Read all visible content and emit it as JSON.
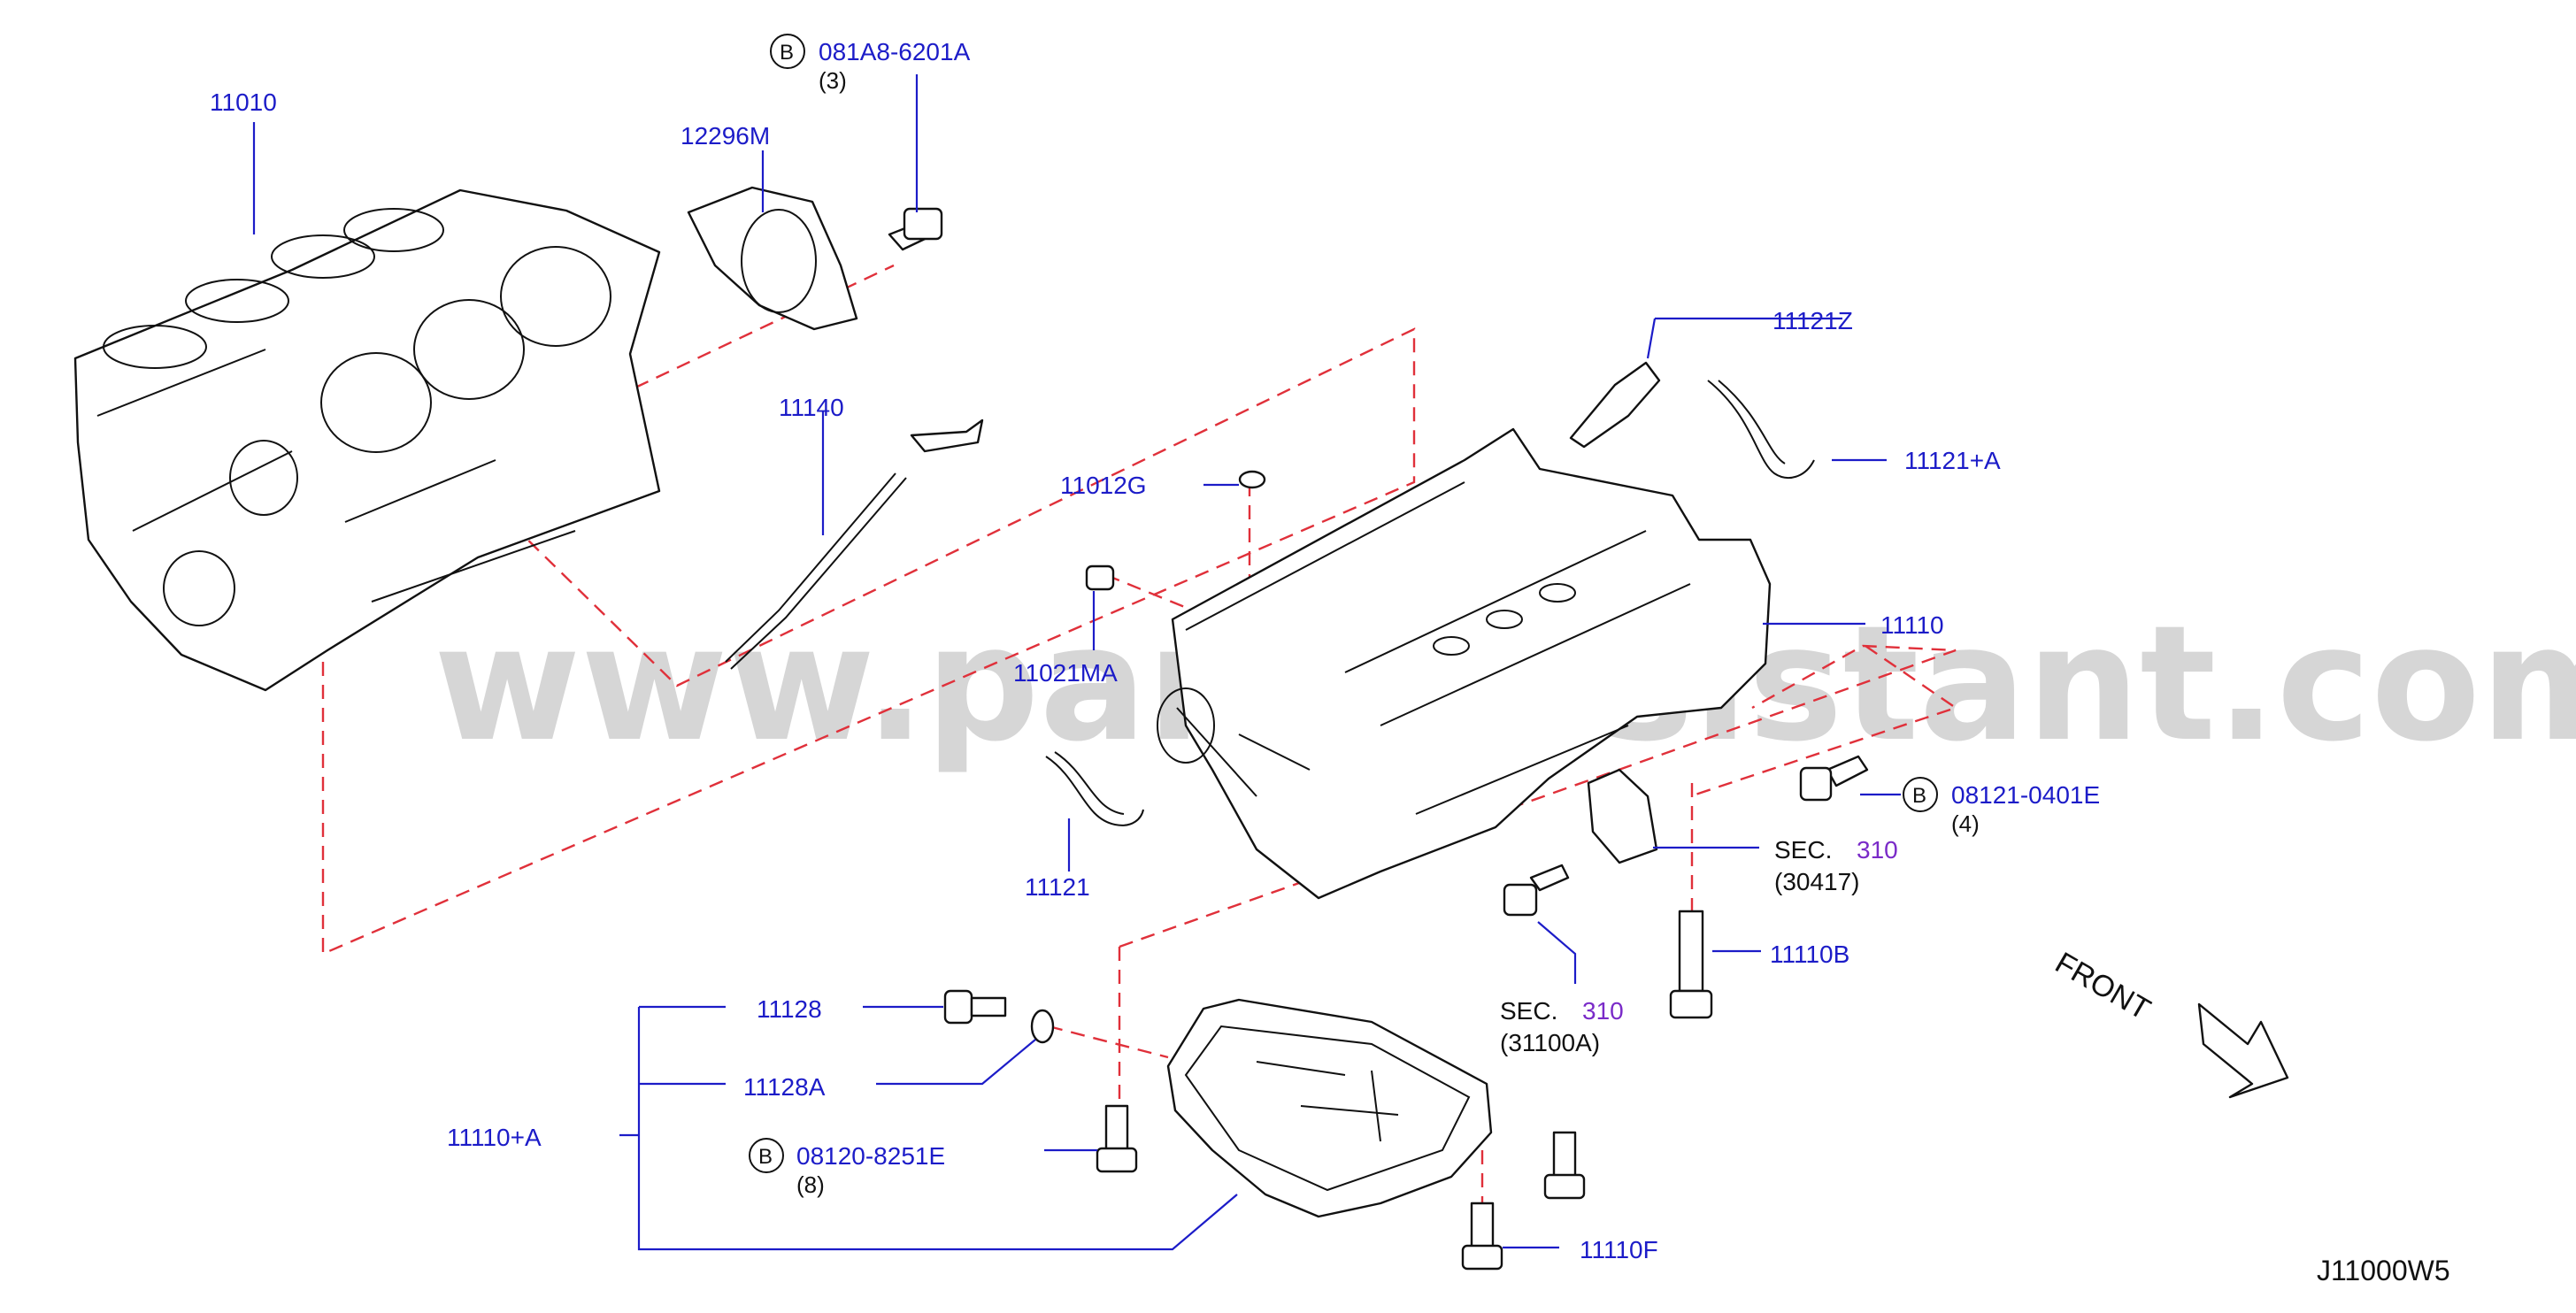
{
  "watermark": "www.partsassistant.com",
  "diagram_code": "J11000W5",
  "front_label": "FRONT",
  "bolt_marker": "B",
  "sec_prefix": "SEC.",
  "callouts": {
    "p11010": "11010",
    "p12296m": "12296M",
    "p081a8": "081A8-6201A",
    "p081a8_qty": "(3)",
    "p11140": "11140",
    "p11012g": "11012G",
    "p11021ma": "11021MA",
    "p11121": "11121",
    "p11121z": "11121Z",
    "p11121a": "11121+A",
    "p11110": "11110",
    "p08121": "08121-0401E",
    "p08121_qty": "(4)",
    "sec1_num": "310",
    "sec1_ref": "(30417)",
    "sec2_num": "310",
    "sec2_ref": "(31100A)",
    "p11110b": "11110B",
    "p11128": "11128",
    "p11128a": "11128A",
    "p11110a": "11110+A",
    "p08120": "08120-8251E",
    "p08120_qty": "(8)",
    "p11110f": "11110F"
  }
}
